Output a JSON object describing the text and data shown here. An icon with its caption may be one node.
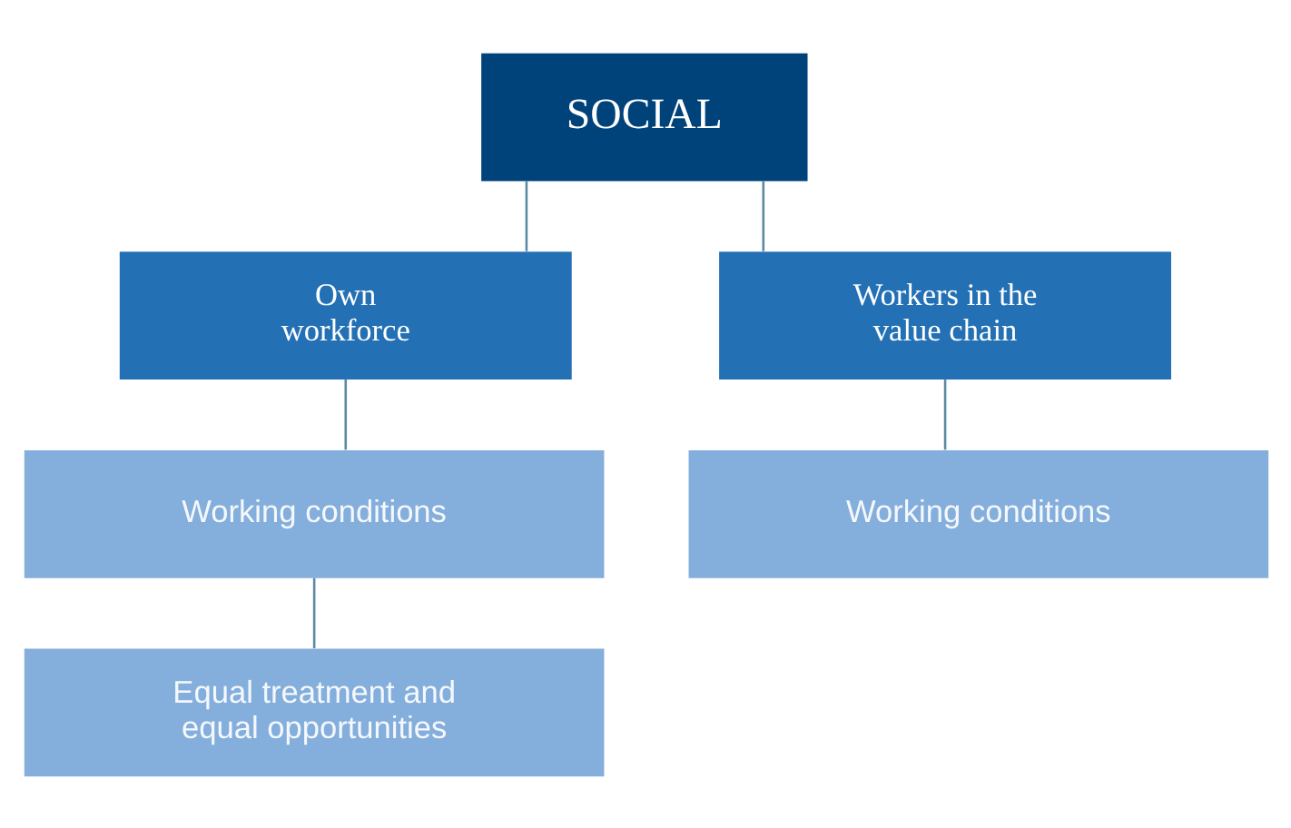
{
  "diagram": {
    "nodes": [
      {
        "text": [
          "SOCIAL"
        ]
      },
      {
        "text": [
          "Own workforce"
        ]
      },
      {
        "text": [
          "Workers in the value chain"
        ]
      },
      {
        "text": [
          "Working conditions"
        ]
      },
      {
        "text": [
          "Equal treatment and equal opportunities"
        ]
      },
      {
        "text": [
          "Working conditions"
        ]
      }
    ],
    "edges": [
      {
        "from": 0,
        "to": 1,
        "arrow": "none"
      },
      {
        "from": 0,
        "to": 2,
        "arrow": "none"
      },
      {
        "from": 1,
        "to": 3,
        "arrow": "none"
      },
      {
        "from": 3,
        "to": 4,
        "arrow": "none"
      },
      {
        "from": 2,
        "to": 5,
        "arrow": "none"
      }
    ]
  }
}
